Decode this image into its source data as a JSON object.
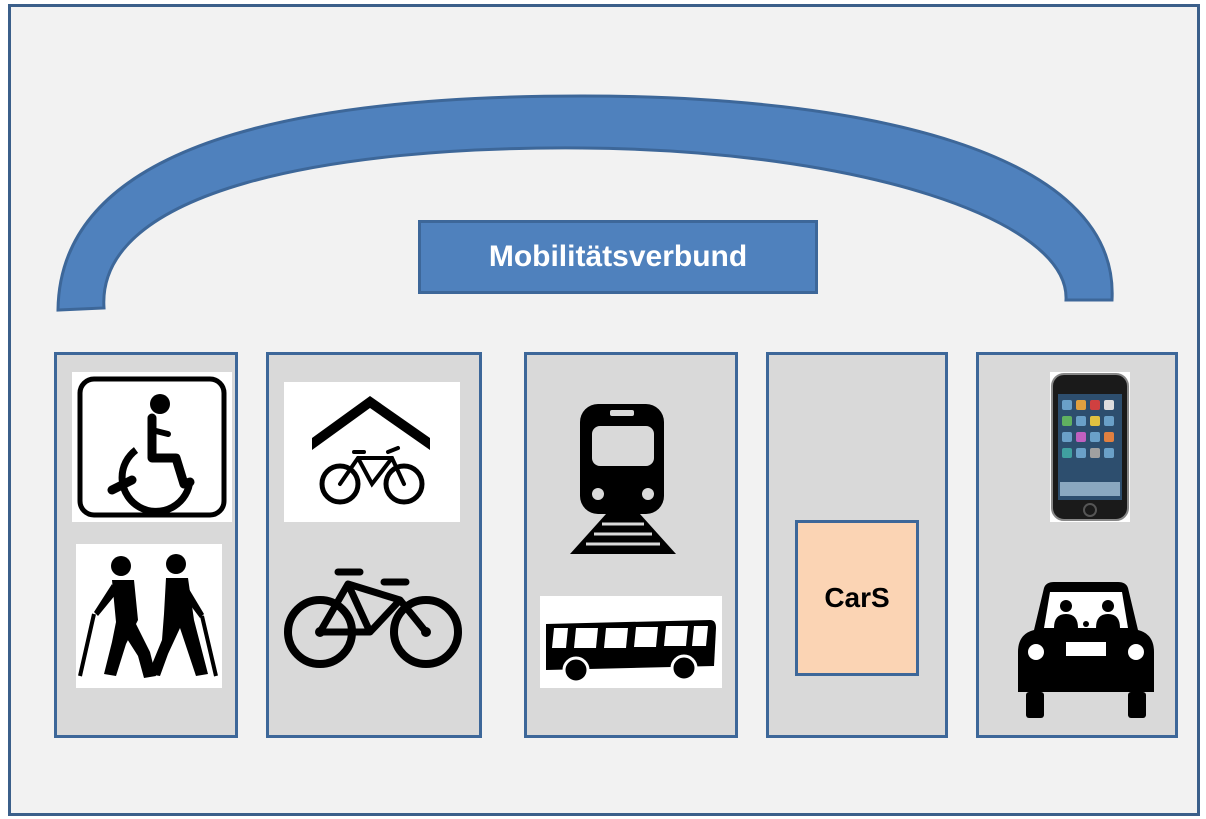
{
  "title": "Mobilitätsverbund",
  "columns": [
    {
      "name": "foot",
      "icons": [
        "wheelchair-icon",
        "hikers-icon"
      ]
    },
    {
      "name": "bicycle",
      "icons": [
        "bike-parking-icon",
        "bicycle-icon"
      ]
    },
    {
      "name": "public-transport",
      "icons": [
        "train-icon",
        "bus-icon"
      ]
    },
    {
      "name": "carsharing",
      "label": "CarS"
    },
    {
      "name": "digital-car",
      "icons": [
        "smartphone-icon",
        "car-icon"
      ]
    }
  ],
  "colors": {
    "frame_border": "#3b5f8a",
    "background": "#f2f2f2",
    "arch": "#4f81bd",
    "column_fill": "#d9d9d9",
    "title_fill": "#4f81bd",
    "cars_fill": "#fbd4b4"
  }
}
